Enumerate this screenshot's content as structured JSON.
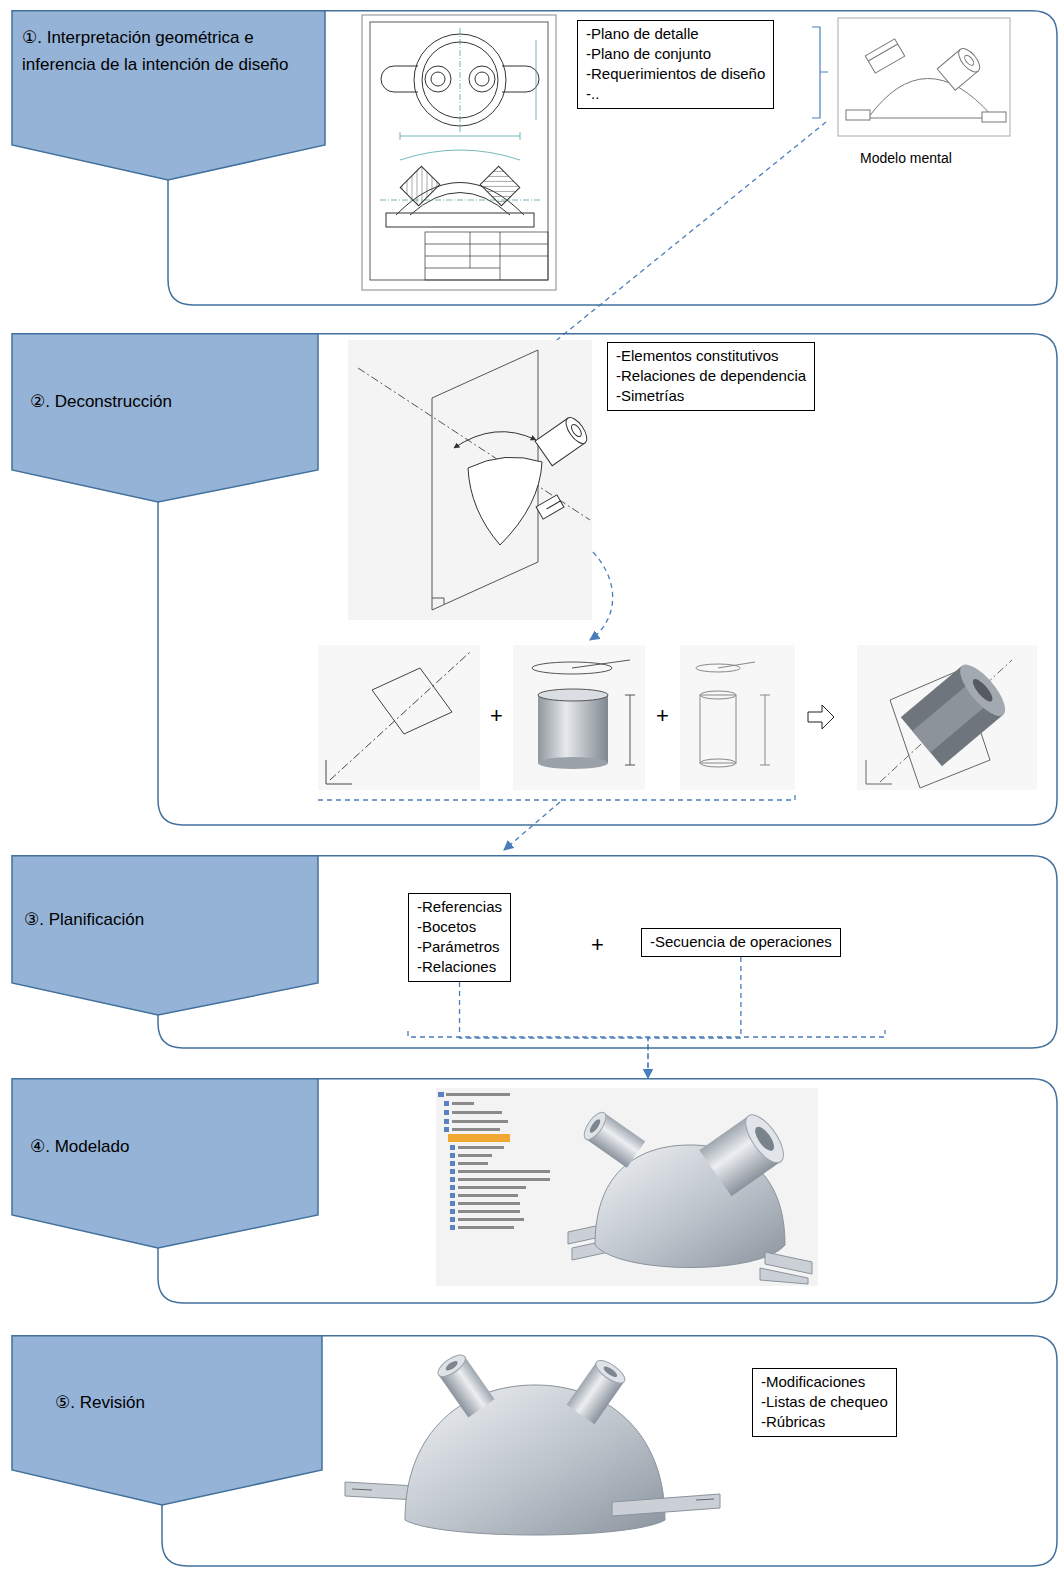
{
  "diagram": {
    "nodes": [
      {
        "text": [
          "①. Interpretación geométrica e inferencia de la intención de diseño"
        ]
      },
      {
        "text": [
          "-Plano de detalle",
          "-Plano de conjunto",
          "-Requerimientos de diseño",
          "-.."
        ],
        "in": 0
      },
      {
        "text": [
          "②. Deconstrucción"
        ]
      },
      {
        "text": [
          "-Elementos constitutivos",
          "-Relaciones de dependencia",
          "-Simetrías"
        ],
        "in": 2
      },
      {
        "text": [
          "③. Planificación"
        ]
      },
      {
        "text": [
          "-Referencias",
          "-Bocetos",
          "-Parámetros",
          "-Relaciones"
        ],
        "in": 4
      },
      {
        "text": [
          "-Secuencia de operaciones"
        ],
        "in": 4
      },
      {
        "text": [
          "④. Modelado"
        ]
      },
      {
        "text": [
          "⑤. Revisión"
        ]
      },
      {
        "text": [
          "-Modificaciones",
          "-Listas de chequeo",
          "-Rúbricas"
        ],
        "in": 8
      }
    ],
    "edges": [
      {
        "from": 5,
        "to": 7,
        "arrow": "to"
      },
      {
        "from": 6,
        "to": 7,
        "arrow": "to"
      }
    ],
    "labels": [
      "Modelo mental",
      "+",
      "+",
      "+"
    ]
  }
}
